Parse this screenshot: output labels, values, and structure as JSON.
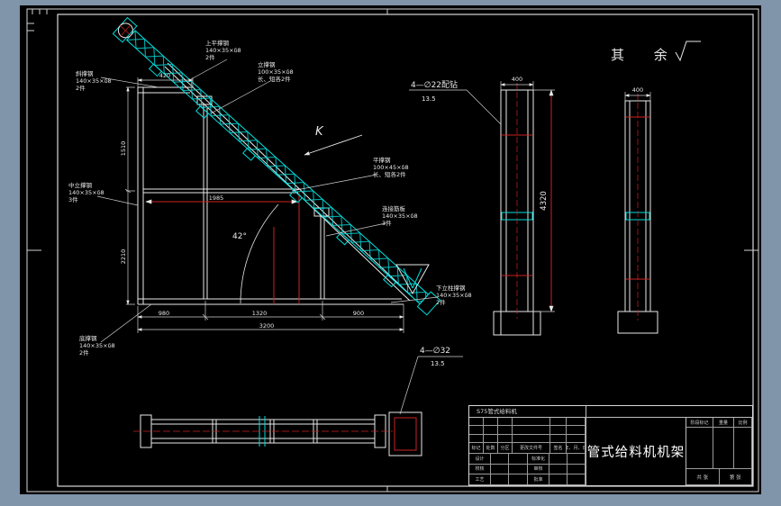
{
  "colors": {
    "canvas_bg": "#8094aa",
    "sheet": "#000000",
    "line": "#e8e8e8",
    "cyan": "#00dcdc",
    "red": "#cc2222"
  },
  "annotations": {
    "surface_note": "其 余",
    "view_label": "K",
    "angle_label": "42°",
    "note1": {
      "text": "4—∅22配钻",
      "sub": "13.5"
    },
    "note2": {
      "text": "4—∅32",
      "sub": "13.5"
    }
  },
  "dimensions": {
    "frame_height": "4320",
    "col_width_1": "400",
    "col_width_2": "400",
    "top_seg": "420",
    "inner_dim": "1985",
    "left_segs": [
      "1510",
      "2210"
    ],
    "bottom_segs": [
      "980",
      "1320",
      "900"
    ],
    "bottom_total": "3200"
  },
  "part_labels": [
    {
      "name": "斜撑钢",
      "spec": "140×35×δ8",
      "qty": "2件"
    },
    {
      "name": "上平撑钢",
      "spec": "140×35×δ8",
      "qty": "2件"
    },
    {
      "name": "立撑钢",
      "spec": "100×35×δ8",
      "qty": "长、短各2件"
    },
    {
      "name": "平撑钢",
      "spec": "100×45×δ8",
      "qty": "长、短各2件"
    },
    {
      "name": "连接筋板",
      "spec": "140×35×δ8",
      "qty": "3件"
    },
    {
      "name": "下立柱撑钢",
      "spec": "140×35×δ8",
      "qty": "2件"
    },
    {
      "name": "中立撑钢",
      "spec": "140×35×δ8",
      "qty": "3件"
    },
    {
      "name": "底撑钢",
      "spec": "140×35×δ8",
      "qty": "2件"
    }
  ],
  "title_block": {
    "product": "S75管式给料机",
    "drawing_title": "管式给料机机架",
    "rev_headers": [
      "标记",
      "处数",
      "分区",
      "更改文件号",
      "签名",
      "年、月、日"
    ],
    "roles_left": [
      "设计",
      "校核",
      "工艺"
    ],
    "roles_right": [
      "标准化",
      "审核",
      "批准"
    ],
    "prop_headers": [
      "阶段标记",
      "重量",
      "比例"
    ],
    "sheet_total": "共 张",
    "sheet_index": "第 张"
  }
}
